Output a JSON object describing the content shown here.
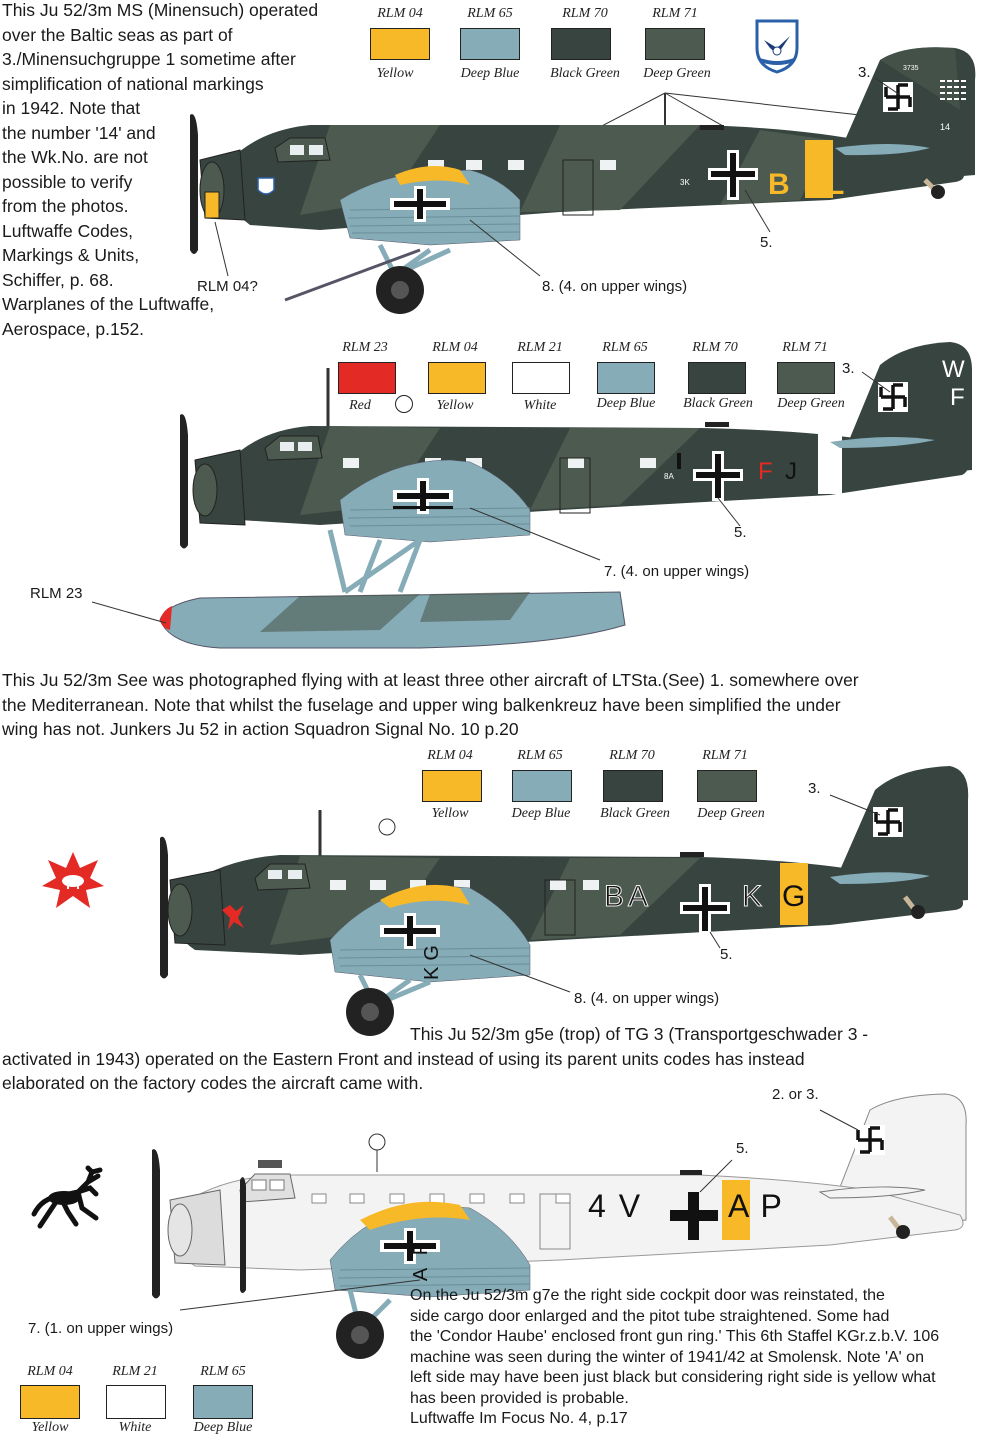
{
  "profile1": {
    "description_lines": [
      "This Ju 52/3m MS (Minensuch) operated",
      "over the Baltic seas as part of",
      "3./Minensuchgruppe 1 sometime after",
      "simplification of national markings",
      "in 1942. Note that",
      "the number '14' and",
      "the Wk.No. are not",
      "possible to verify",
      "from the photos.",
      "Luftwaffe Codes,",
      "Markings & Units,",
      "Schiffer, p. 68.",
      "Warplanes of the Luftwaffe,",
      "Aerospace, p.152."
    ],
    "swatches": [
      {
        "code": "RLM 04",
        "name": "Yellow",
        "color": "#f7b928"
      },
      {
        "code": "RLM 65",
        "name": "Deep Blue",
        "color": "#86acb8"
      },
      {
        "code": "RLM 70",
        "name": "Black Green",
        "color": "#374440"
      },
      {
        "code": "RLM 71",
        "name": "Deep Green",
        "color": "#4d5a4f"
      }
    ],
    "fuselage_code": "B L",
    "tail_numbers": [
      "3735",
      "14"
    ],
    "small_code": "3K",
    "callouts": {
      "c3": "3.",
      "c5": "5.",
      "c8": "8. (4. on upper wings)",
      "spinner": "RLM 04?"
    }
  },
  "profile2": {
    "swatches": [
      {
        "code": "RLM 23",
        "name": "Red",
        "color": "#e32a25"
      },
      {
        "code": "RLM 04",
        "name": "Yellow",
        "color": "#f7b928"
      },
      {
        "code": "RLM 21",
        "name": "White",
        "color": "#ffffff"
      },
      {
        "code": "RLM 65",
        "name": "Deep Blue",
        "color": "#86acb8"
      },
      {
        "code": "RLM 70",
        "name": "Black Green",
        "color": "#374440"
      },
      {
        "code": "RLM 71",
        "name": "Deep Green",
        "color": "#4d5a4f"
      }
    ],
    "tail_code": [
      "W",
      "F"
    ],
    "code_red": "F",
    "code_black": "J",
    "small_code": "8A",
    "callouts": {
      "c3": "3.",
      "c5": "5.",
      "c7": "7. (4. on upper wings)",
      "float_tip": "RLM 23"
    },
    "description_lines": [
      "This Ju 52/3m See was photographed flying with at least three other aircraft of LTSta.(See) 1.  somewhere over",
      "the Mediterranean. Note that whilst the fuselage and upper wing balkenkreuz have been simplified the under",
      "wing has not.  Junkers Ju 52 in action Squadron Signal No. 10 p.20"
    ]
  },
  "profile3": {
    "swatches": [
      {
        "code": "RLM 04",
        "name": "Yellow",
        "color": "#f7b928"
      },
      {
        "code": "RLM 65",
        "name": "Deep Blue",
        "color": "#86acb8"
      },
      {
        "code": "RLM 70",
        "name": "Black Green",
        "color": "#374440"
      },
      {
        "code": "RLM 71",
        "name": "Deep Green",
        "color": "#4d5a4f"
      }
    ],
    "code_left": "BA",
    "code_right": "KG",
    "wing_code": "KG",
    "callouts": {
      "c3": "3.",
      "c5": "5.",
      "c8": "8. (4. on upper wings)"
    },
    "description_lines": [
      "This Ju 52/3m g5e (trop) of TG 3 (Transportgeschwader 3 -",
      "activated in 1943) operated on the Eastern Front and instead of using its parent units codes has instead",
      "elaborated on the factory codes the aircraft came with."
    ]
  },
  "profile4": {
    "swatches": [
      {
        "code": "RLM 04",
        "name": "Yellow",
        "color": "#f7b928"
      },
      {
        "code": "RLM 21",
        "name": "White",
        "color": "#ffffff"
      },
      {
        "code": "RLM 65",
        "name": "Deep Blue",
        "color": "#86acb8"
      }
    ],
    "code_left": "4 V",
    "code_right": "A P",
    "wing_code": "A P",
    "callouts": {
      "c23": "2. or 3.",
      "c5": "5.",
      "c7": "7. (1. on upper wings)"
    },
    "description_lines": [
      "On the Ju 52/3m g7e the right side cockpit door was reinstated, the",
      "side cargo door enlarged and the pitot tube straightened. Some had",
      "the 'Condor Haube' enclosed front gun ring.' This 6th Staffel KGr.z.b.V. 106",
      "machine was seen during the winter of 1941/42 at Smolensk. Note 'A' on",
      "left side may have been just black but considering right side is yellow what",
      "has been provided is probable.",
      "Luftwaffe Im Focus No. 4, p.17"
    ]
  }
}
